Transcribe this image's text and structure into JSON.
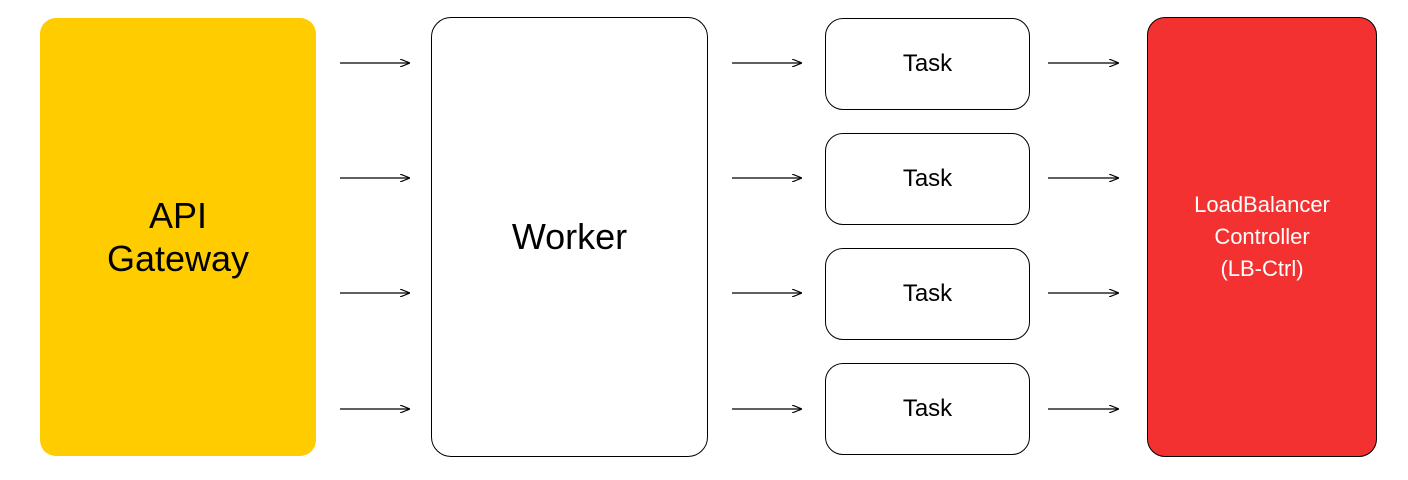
{
  "diagram": {
    "nodes": {
      "gateway": {
        "label": "API\nGateway",
        "color": "#ffcc00"
      },
      "worker": {
        "label": "Worker"
      },
      "tasks": [
        {
          "label": "Task"
        },
        {
          "label": "Task"
        },
        {
          "label": "Task"
        },
        {
          "label": "Task"
        }
      ],
      "lbctrl": {
        "label": "LoadBalancer\nController\n(LB-Ctrl)",
        "color": "#f43131",
        "text_color": "#ffffff"
      }
    },
    "edges": [
      {
        "from": "API Gateway",
        "to": "Worker"
      },
      {
        "from": "API Gateway",
        "to": "Worker"
      },
      {
        "from": "API Gateway",
        "to": "Worker"
      },
      {
        "from": "API Gateway",
        "to": "Worker"
      },
      {
        "from": "Worker",
        "to": "Task 1"
      },
      {
        "from": "Worker",
        "to": "Task 2"
      },
      {
        "from": "Worker",
        "to": "Task 3"
      },
      {
        "from": "Worker",
        "to": "Task 4"
      },
      {
        "from": "Task 1",
        "to": "LoadBalancer Controller (LB-Ctrl)"
      },
      {
        "from": "Task 2",
        "to": "LoadBalancer Controller (LB-Ctrl)"
      },
      {
        "from": "Task 3",
        "to": "LoadBalancer Controller (LB-Ctrl)"
      },
      {
        "from": "Task 4",
        "to": "LoadBalancer Controller (LB-Ctrl)"
      }
    ]
  }
}
